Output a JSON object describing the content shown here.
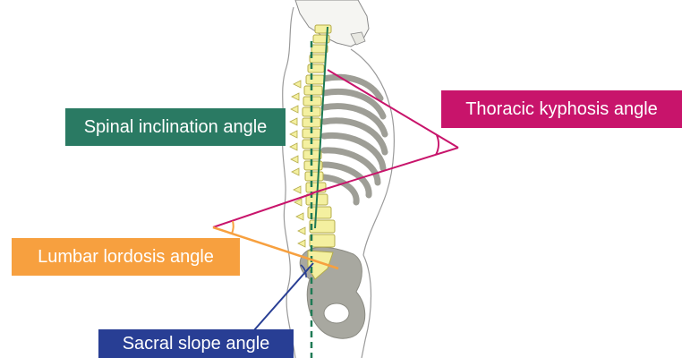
{
  "labels": {
    "spinal": "Spinal inclination angle",
    "thoracic": "Thoracic kyphosis angle",
    "lumbar": "Lumbar lordosis angle",
    "sacral": "Sacral slope angle"
  },
  "colors": {
    "spinal": "#2a7a63",
    "thoracic": "#c8146b",
    "lumbar": "#f7a03f",
    "sacral": "#283e94",
    "spine": "#f4f0a0",
    "ribs": "#9e9e96",
    "pelvis": "#a8a8a0"
  }
}
